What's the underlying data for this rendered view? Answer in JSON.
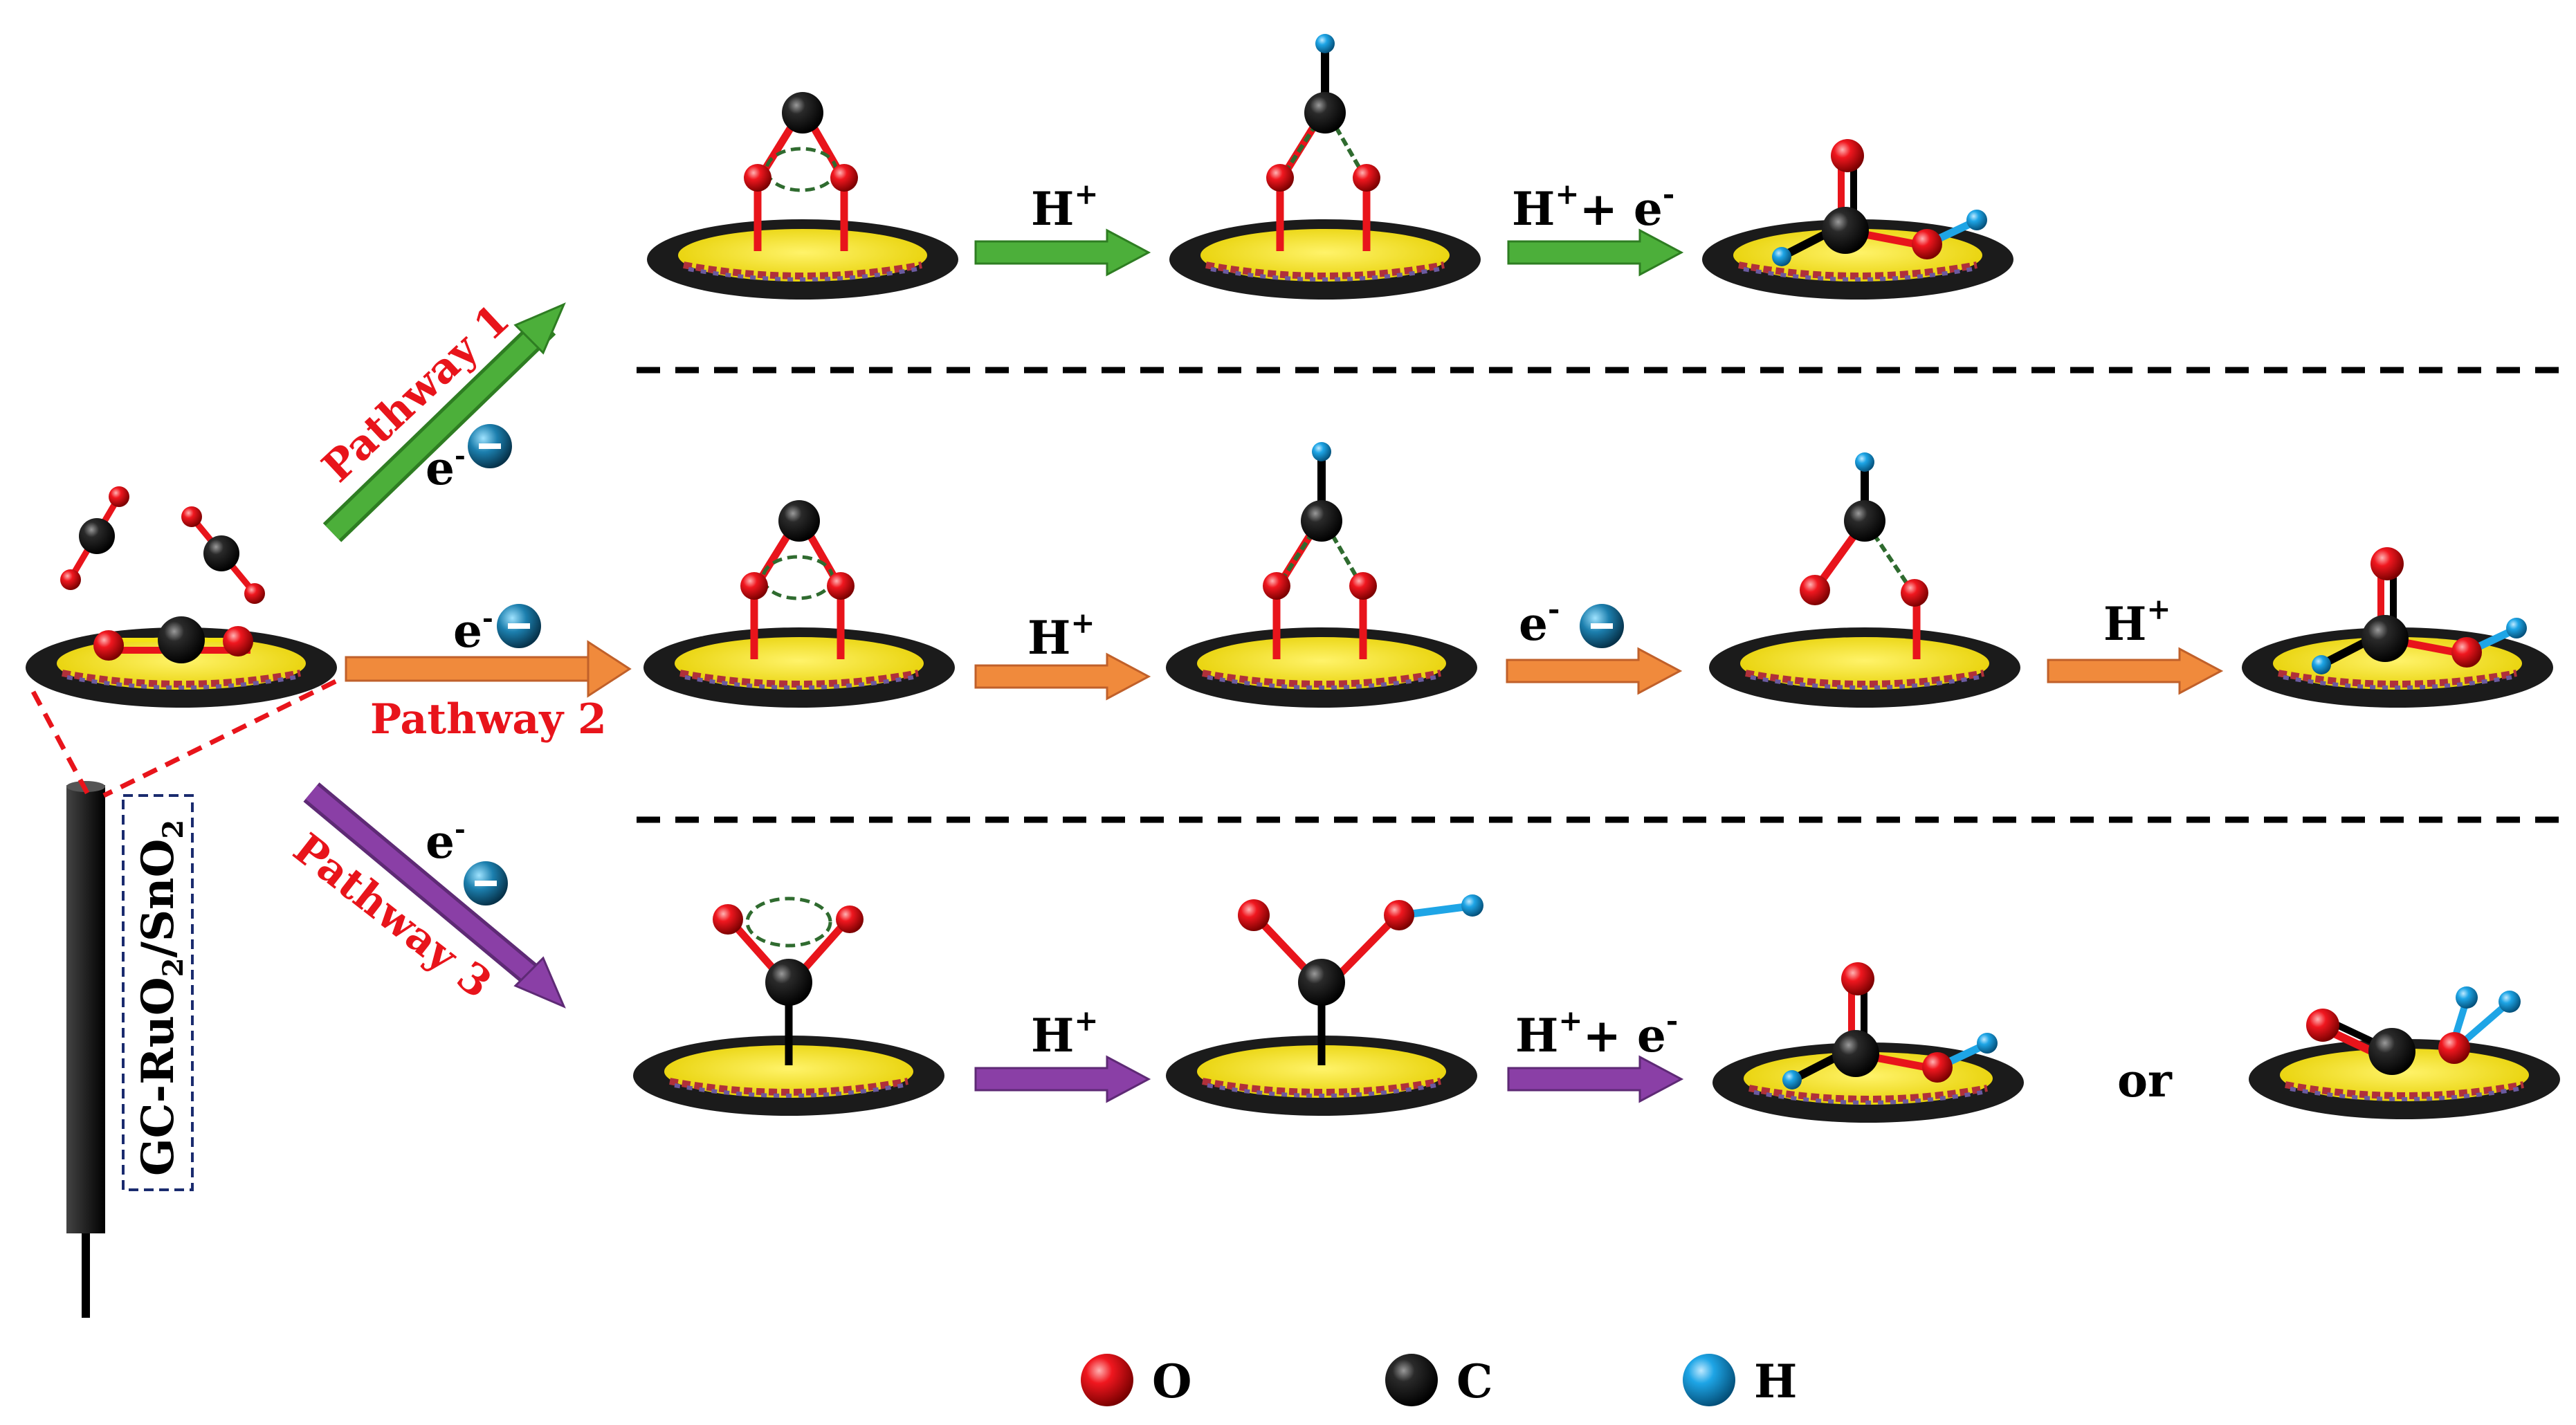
{
  "pathways": {
    "p1": {
      "label": "Pathway 1",
      "electron": "e",
      "electron_sup": "-"
    },
    "p2": {
      "label": "Pathway 2",
      "electron": "e",
      "electron_sup": "-"
    },
    "p3": {
      "label": "Pathway 3",
      "electron": "e",
      "electron_sup": "-"
    }
  },
  "steps": {
    "proton": {
      "base": "H",
      "sup": "+"
    },
    "proton_electron": {
      "base": "H",
      "sup": "+",
      "rest": "+ e",
      "rest_sup": "-"
    },
    "electron": {
      "base": "e",
      "sup": "-"
    }
  },
  "electrode": {
    "label_main": "GC-RuO",
    "sub1": "2",
    "sep": "/SnO",
    "sub2": "2"
  },
  "or_text": "or",
  "legend": [
    {
      "atom": "O",
      "color": "#e8141b"
    },
    {
      "atom": "C",
      "color": "#111111"
    },
    {
      "atom": "H",
      "color": "#1ea5e6"
    }
  ],
  "colors": {
    "pathway1": "#4caf3a",
    "pathway2": "#f08a3c",
    "pathway3": "#8a3fa6",
    "surface": "#f3e213",
    "disc": "#1b1b1b",
    "bond_red": "#e8141b",
    "dashed_ring": "#2f6b2f"
  },
  "icons": [
    "oxygen-atom-icon",
    "carbon-atom-icon",
    "hydrogen-atom-icon",
    "electron-icon",
    "reaction-arrow-icon",
    "catalyst-disc-icon"
  ]
}
